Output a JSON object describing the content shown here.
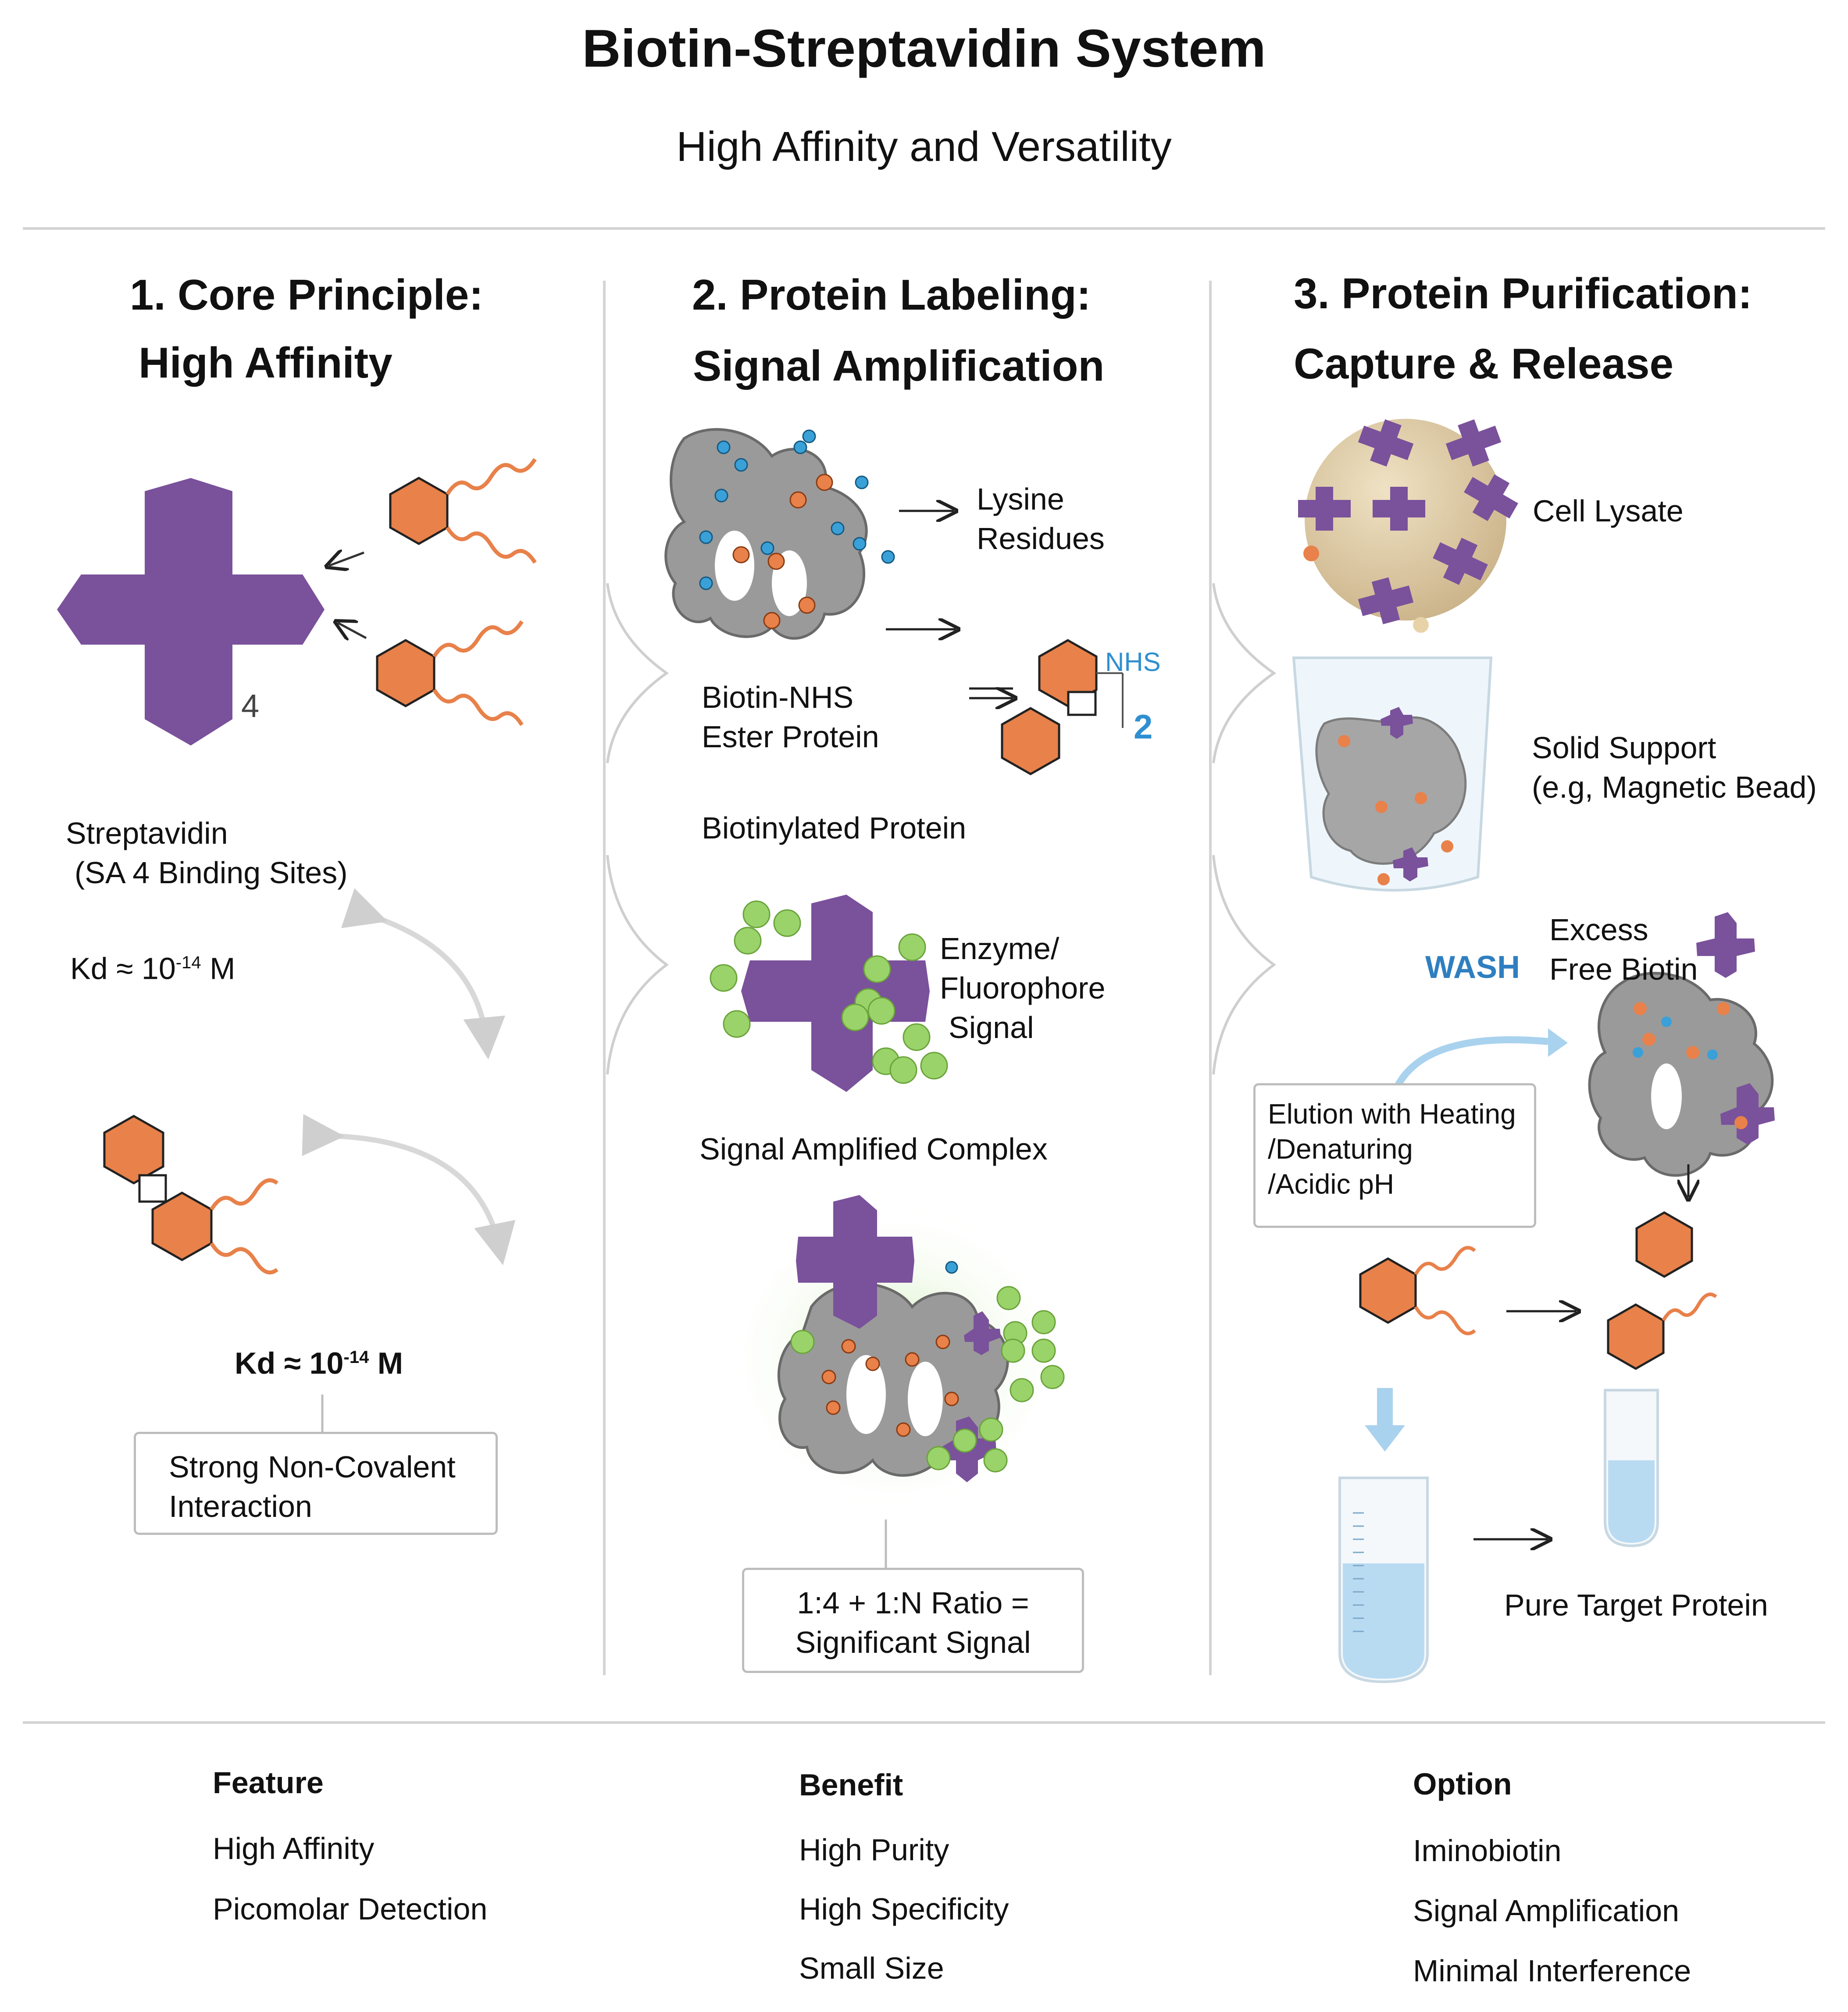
{
  "header": {
    "title": "Biotin-Streptavidin System",
    "subtitle": "High Affinity and Versatility"
  },
  "section1": {
    "heading_line1": "1. Core Principle:",
    "heading_line2": "High Affinity",
    "site_count": "4",
    "streptavidin_label_line1": "Streptavidin",
    "streptavidin_label_line2": "(SA 4 Binding Sites)",
    "kd_label_1": "Kd ≈ 10",
    "kd_exp_1": "-14",
    "kd_unit_1": "M",
    "kd_label_2": "Kd ≈ 10",
    "kd_exp_2": "-14",
    "kd_unit_2": "M",
    "box_line1": "Strong Non-Covalent",
    "box_line2": "Interaction"
  },
  "section2": {
    "heading_line1": "2. Protein Labeling:",
    "heading_line2": "Signal Amplification",
    "lysine_line1": "Lysine",
    "lysine_line2": "Residues",
    "nhs_label": "NHS",
    "nhs_number": "2",
    "biotin_nhs_line1": "Biotin-NHS",
    "biotin_nhs_line2": "Ester Protein",
    "biotinylated_label": "Biotinylated Protein",
    "enzyme_line1": "Enzyme/",
    "enzyme_line2": "Fluorophore",
    "enzyme_line3": "Signal",
    "complex_label": "Signal Amplified Complex",
    "box_line1": "1:4 + 1:N Ratio =",
    "box_line2": "Significant Signal"
  },
  "section3": {
    "heading_line1": "3.  Protein Purification:",
    "heading_line2": "Capture & Release",
    "cell_lysate": "Cell Lysate",
    "solid_support_line1": "Solid Support",
    "solid_support_line2": "(e.g, Magnetic Bead)",
    "wash_label": "WASH",
    "excess_line1": "Excess",
    "excess_line2": "Free Biotin",
    "elution_line1": "Elution with Heating",
    "elution_line2": "/Denaturing",
    "elution_line3": "/Acidic pH",
    "pure_target": "Pure Target Protein"
  },
  "table": {
    "columns": [
      {
        "header": "Feature",
        "items": [
          "High Affinity",
          "Picomolar Detection"
        ]
      },
      {
        "header": "Benefit",
        "items": [
          "High Purity",
          "High Specificity",
          "Small Size"
        ]
      },
      {
        "header": "Option",
        "items": [
          "Iminobiotin",
          "Signal  Amplification",
          "Minimal Interference"
        ]
      }
    ]
  },
  "colors": {
    "streptavidin_purple": "#7a519b",
    "biotin_orange": "#e8814a",
    "protein_gray": "#9a9a9a",
    "signal_green": "#9ad36a",
    "lysine_blue": "#3aa0d8",
    "bead_tan": "#ddc9a2",
    "wash_blue": "#2f7fc0",
    "divider_gray": "#d4d4d4"
  }
}
